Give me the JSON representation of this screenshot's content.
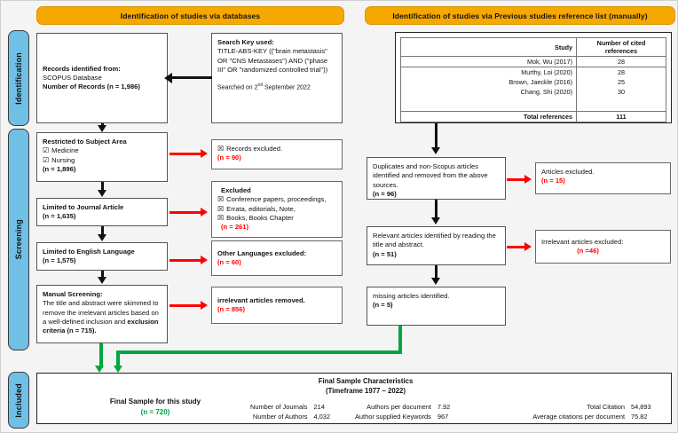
{
  "headers": {
    "left": "Identification of studies via databases",
    "right": "Identification of studies via Previous studies reference list (manually)"
  },
  "stages": [
    {
      "label": "Identification"
    },
    {
      "label": "Screening"
    },
    {
      "label": "Included"
    }
  ],
  "left_flow": {
    "records_identified": {
      "line1": "Records identified from:",
      "line2": "SCOPUS Database",
      "line3": "Number of Records (n = 1,986)"
    },
    "search_key": {
      "title": "Search Key used:",
      "body": "TITLE-ABS-KEY ((\"brain metastasis\" OR \"CNS Metastases\") AND (\"phase III\" OR \"randomized controlled trial\"))",
      "searched_on": "Searched on 2",
      "searched_sup": "nd",
      "searched_rest": " September 2022"
    },
    "subject_area": {
      "title": "Restricted to Subject Area",
      "items": [
        "Medicine",
        "Nursing"
      ],
      "count": "(n = 1,896)",
      "checkbox_glyph": "☑"
    },
    "journal_article": {
      "title": "Limited to Journal Article",
      "count": "(n = 1,635)"
    },
    "english_language": {
      "title": "Limited to English Language",
      "count": "(n = 1,575)"
    },
    "manual_screening": {
      "title": "Manual Screening:",
      "body": "The title and abstract were skimmed to remove the irrelevant articles based on a well-defined inclusion and ",
      "body_bold": "exclusion criteria (n = 715)."
    }
  },
  "left_exclusions": {
    "records_excluded": {
      "glyph": "☒",
      "label": "Records excluded.",
      "count": "(n = 90)"
    },
    "excluded_types": {
      "title": "Excluded",
      "glyph": "☒",
      "items": [
        "Conference papers, proceedings,",
        "Errata, editorials, Note,",
        "Books, Books Chapter"
      ],
      "count": "(n = 261)"
    },
    "other_languages": {
      "label": "Other Languages excluded:",
      "count": "(n = 60)"
    },
    "irrelevant_removed": {
      "label": "irrelevant articles removed.",
      "count": "(n = 856)"
    }
  },
  "reference_table": {
    "columns": [
      "Study",
      "Number of cited references"
    ],
    "rows": [
      {
        "study": "Mok, Wu (2017)",
        "cited": "28"
      },
      {
        "study": "Murthy, Loi (2020)",
        "cited": "28"
      },
      {
        "study": "Brown, Jaeckle (2016)",
        "cited": "25"
      },
      {
        "study": "Chang, Shi (2020)",
        "cited": "30"
      }
    ],
    "total_label": "Total references",
    "total_value": "111"
  },
  "right_flow": {
    "duplicates": {
      "body": "Duplicates and non-Scopus articles identified and removed from the above sources.",
      "count": "(n = 96)"
    },
    "relevant": {
      "body": "Relevant articles identified by reading the title and abstract.",
      "count": "(n = 51)"
    },
    "missing": {
      "body": "missing articles identified.",
      "count": "(n = 5)"
    }
  },
  "right_exclusions": {
    "articles_excluded": {
      "label": "Articles excluded.",
      "count": "(n = 15)"
    },
    "irrelevant_excluded": {
      "label": "Irrelevant articles excluded:",
      "count": "(n =46)"
    }
  },
  "final_panel": {
    "left_label": "Final Sample for this study",
    "left_count": "(n = 720)",
    "title_line1": "Final Sample Characteristics",
    "title_line2": "(Timeframe 1977 – 2022)",
    "stats": [
      {
        "label": "Number of Journals",
        "value": "214"
      },
      {
        "label": "Number of Authors",
        "value": "4,032"
      },
      {
        "label": "Authors per document",
        "value": "7.92"
      },
      {
        "label": "Author supplied Keywords",
        "value": "967"
      },
      {
        "label": "Total Citation",
        "value": "54,893"
      },
      {
        "label": "Average citations per document",
        "value": "75.82"
      }
    ]
  },
  "colors": {
    "header_orange": "#F5A800",
    "stage_blue": "#6FC0E4",
    "exclusion_red": "#ff0000",
    "included_green": "#00A63F"
  }
}
